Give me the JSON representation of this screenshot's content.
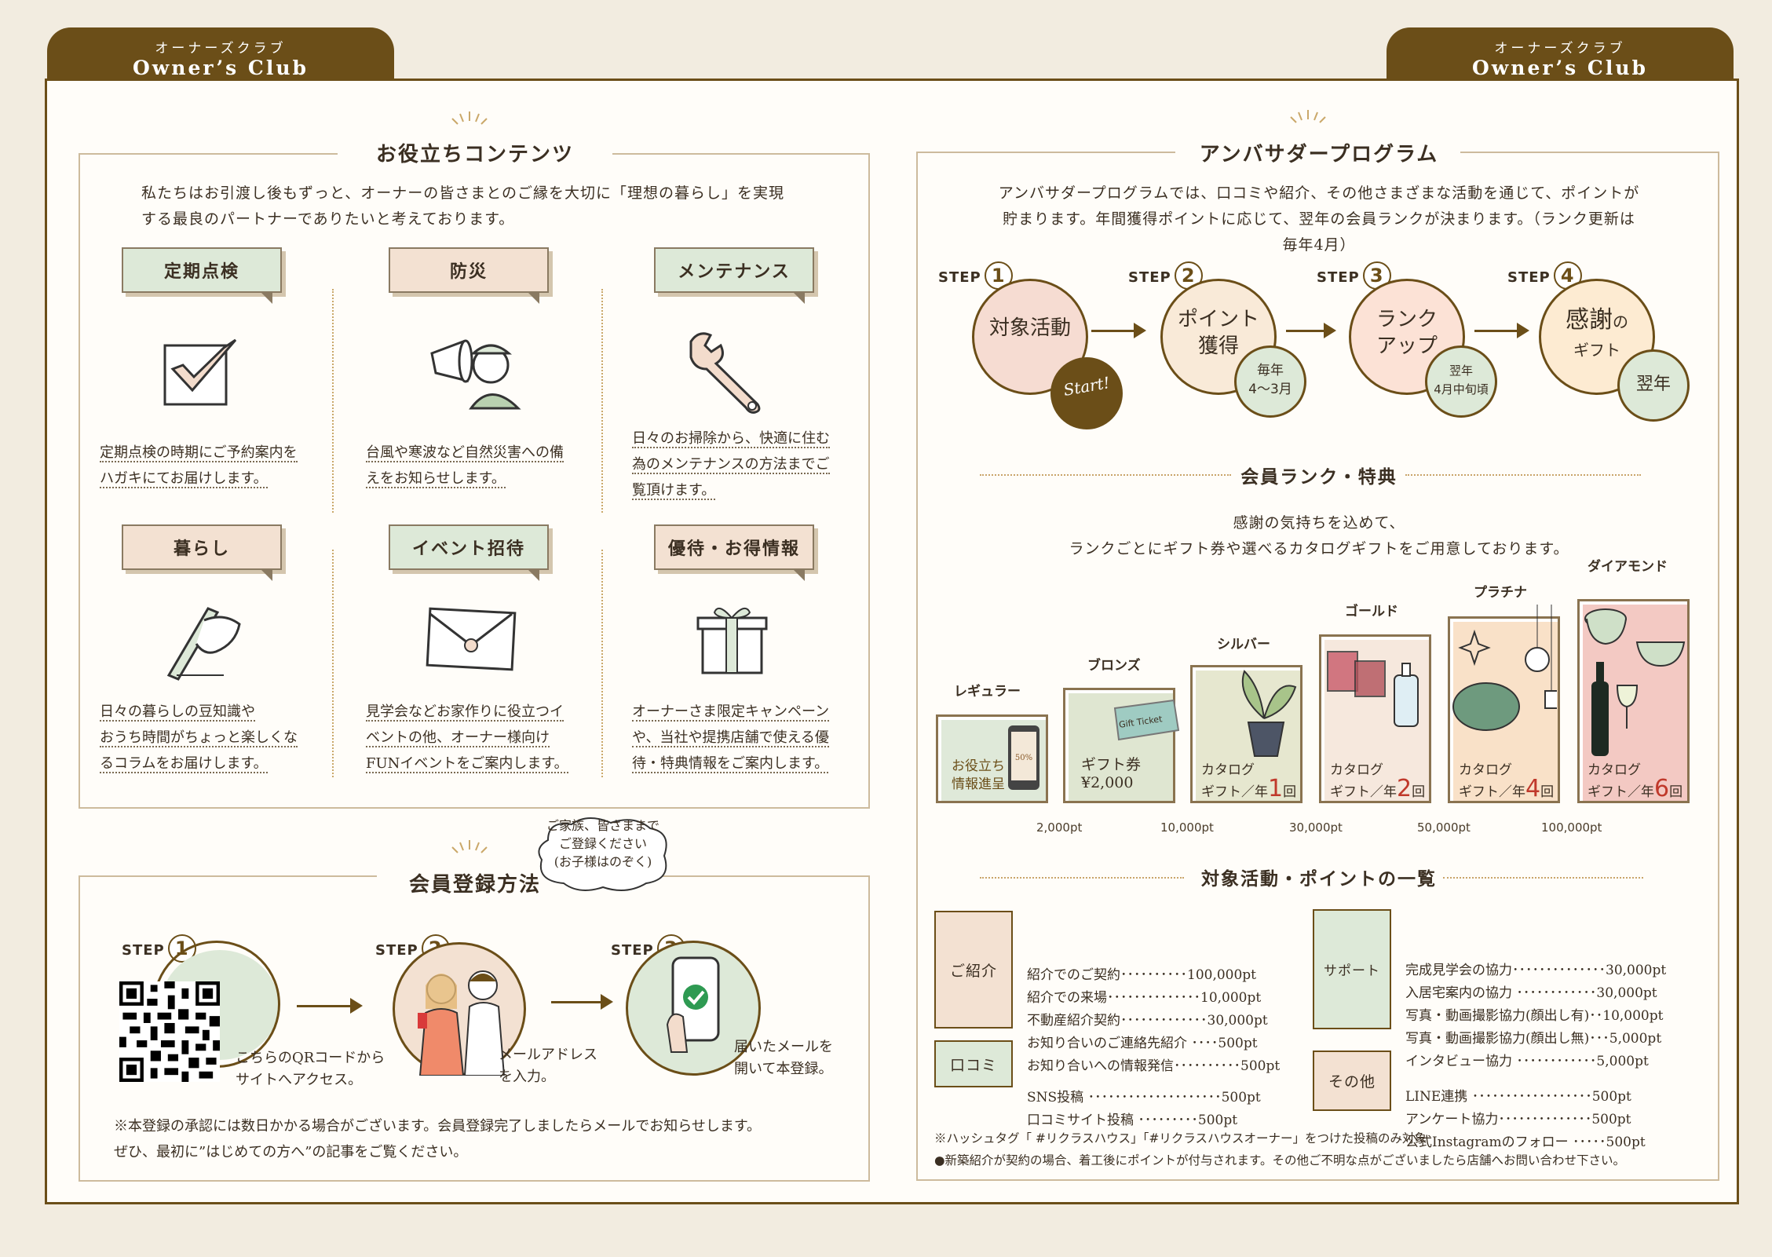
{
  "tab": {
    "jp": "オーナーズクラブ",
    "en": "Owner’s Club"
  },
  "contents": {
    "title": "お役立ちコンテンツ",
    "lead1": "私たちはお引渡し後もずっと、オーナーの皆さまとのご縁を大切に「理想の暮らし」を実現",
    "lead2": "する最良のパートナーでありたいと考えております。",
    "items": [
      {
        "label": "定期点検",
        "d1": "定期点検の時期にご予約案内を",
        "d2": "ハガキにてお届けします。",
        "d3": "",
        "icon": "checkbox-icon"
      },
      {
        "label": "防災",
        "d1": "台風や寒波など自然災害への備",
        "d2": "えをお知らせします。",
        "d3": "",
        "icon": "megaphone-icon"
      },
      {
        "label": "メンテナンス",
        "d1": "日々のお掃除から、快適に住む",
        "d2": "為のメンテナンスの方法までご",
        "d3": "覧頂けます。",
        "icon": "wrench-icon"
      },
      {
        "label": "暮らし",
        "d1": "日々の暮らしの豆知識や",
        "d2": "おうち時間がちょっと楽しくな",
        "d3": "るコラムをお届けします。",
        "icon": "pen-hand-icon"
      },
      {
        "label": "イベント招待",
        "d1": "見学会などお家作りに役立つイ",
        "d2": "ベントの他、オーナー様向け",
        "d3": "FUNイベントをご案内します。",
        "icon": "envelope-icon"
      },
      {
        "label": "優待・お得情報",
        "d1": "オーナーさま限定キャンペーン",
        "d2": "や、当社や提携店舗で使える優",
        "d3": "待・特典情報をご案内します。",
        "icon": "gift-box-icon"
      }
    ]
  },
  "registration": {
    "title": "会員登録方法",
    "cloud": [
      "ご家族、皆さままで",
      "ご登録ください",
      "(お子様はのぞく)"
    ],
    "step_word": "STEP",
    "steps": [
      {
        "n": "1",
        "t1": "こちらのQRコードから",
        "t2": "サイトへアクセス。"
      },
      {
        "n": "2",
        "t1": "メールアドレス",
        "t2": "を入力。"
      },
      {
        "n": "3",
        "t1": "届いたメールを",
        "t2": "開いて本登録。"
      }
    ],
    "note1": "※本登録の承認には数日かかる場合がございます。会員登録完了しましたらメールでお知らせします。",
    "note2": "ぜひ、最初に”はじめての方へ”の記事をご覧ください。"
  },
  "ambassador": {
    "title": "アンバサダープログラム",
    "lead1": "アンバサダープログラムでは、口コミや紹介、その他さまざまな活動を通じて、ポイントが",
    "lead2": "貯まります。年間獲得ポイントに応じて、翌年の会員ランクが決まります。（ランク更新は",
    "lead3": "毎年4月）",
    "steps": [
      {
        "n": "1",
        "a": "対象活動",
        "b": "",
        "sub1": "Start!",
        "sub2": ""
      },
      {
        "n": "2",
        "a": "ポイント",
        "b": "獲得",
        "sub1": "毎年",
        "sub2": "4〜3月"
      },
      {
        "n": "3",
        "a": "ランク",
        "b": "アップ",
        "sub1": "翌年",
        "sub2": "4月中旬頃"
      },
      {
        "n": "4",
        "a": "感謝",
        "b": "ギフト",
        "sub1": "翌年",
        "sub2": ""
      }
    ],
    "of": "の"
  },
  "ranks": {
    "title": "会員ランク・特典",
    "lead1": "感謝の気持ちを込めて、",
    "lead2": "ランクごとにギフト券や選べるカタログギフトをご用意しております。",
    "gift_ticket": "Gift Ticket",
    "items": [
      {
        "name": "レギュラー",
        "t1": "お役立ち",
        "t2": "情報進呈",
        "num": "",
        "color": "#dfe9d9"
      },
      {
        "name": "ブロンズ",
        "t1": "ギフト券",
        "t2": "¥2,000",
        "num": "",
        "color": "#dfe6d1"
      },
      {
        "name": "シルバー",
        "t1": "カタログ",
        "t2": "ギフト／年",
        "num": "1",
        "color": "#e6e7cf"
      },
      {
        "name": "ゴールド",
        "t1": "カタログ",
        "t2": "ギフト／年",
        "num": "2",
        "color": "#f6e8dd"
      },
      {
        "name": "プラチナ",
        "t1": "カタログ",
        "t2": "ギフト／年",
        "num": "4",
        "color": "#f9e1c8"
      },
      {
        "name": "ダイアモンド",
        "t1": "カタログ",
        "t2": "ギフト／年",
        "num": "6",
        "color": "#f3c9c3"
      }
    ],
    "times": "回",
    "points": [
      "2,000pt",
      "10,000pt",
      "30,000pt",
      "50,000pt",
      "100,000pt"
    ]
  },
  "activities": {
    "title": "対象活動・ポイントの一覧",
    "intro": {
      "label": "ご紹介",
      "rows": [
        "紹介でのご契約･･････････100,000pt",
        "紹介での来場･･････････････10,000pt",
        "不動産紹介契約･････････････30,000pt",
        "お知り合いのご連絡先紹介 ････500pt",
        "お知り合いへの情報発信･･････････500pt"
      ]
    },
    "kuchikomi": {
      "label": "口コミ",
      "rows": [
        "SNS投稿 ････････････････････500pt",
        "口コミサイト投稿 ･････････500pt"
      ]
    },
    "support": {
      "label": "サポート",
      "rows": [
        "完成見学会の協力･･････････････30,000pt",
        "入居宅案内の協力 ････････････30,000pt",
        "写真・動画撮影協力(顔出し有)･･10,000pt",
        "写真・動画撮影協力(顔出し無)･･･5,000pt",
        "インタビュー協力 ････････････5,000pt"
      ]
    },
    "other": {
      "label": "その他",
      "rows": [
        "LINE連携 ･･････････････････500pt",
        "アンケート協力･･････････････500pt",
        "公式Instagramのフォロー ･････500pt"
      ]
    },
    "note1": "※ハッシュタグ「 #リクラスハウス」「#リクラスハウスオーナー」をつけた投稿のみ対象",
    "note2": "●新築紹介が契約の場合、着工後にポイントが付与されます。その他ご不明な点がございましたら店舗へお問い合わせ下さい。"
  },
  "colors": {
    "brown": "#6b4e18",
    "green": "#dde9d8",
    "pink": "#f3e1d2",
    "accent": "#c0392b"
  }
}
